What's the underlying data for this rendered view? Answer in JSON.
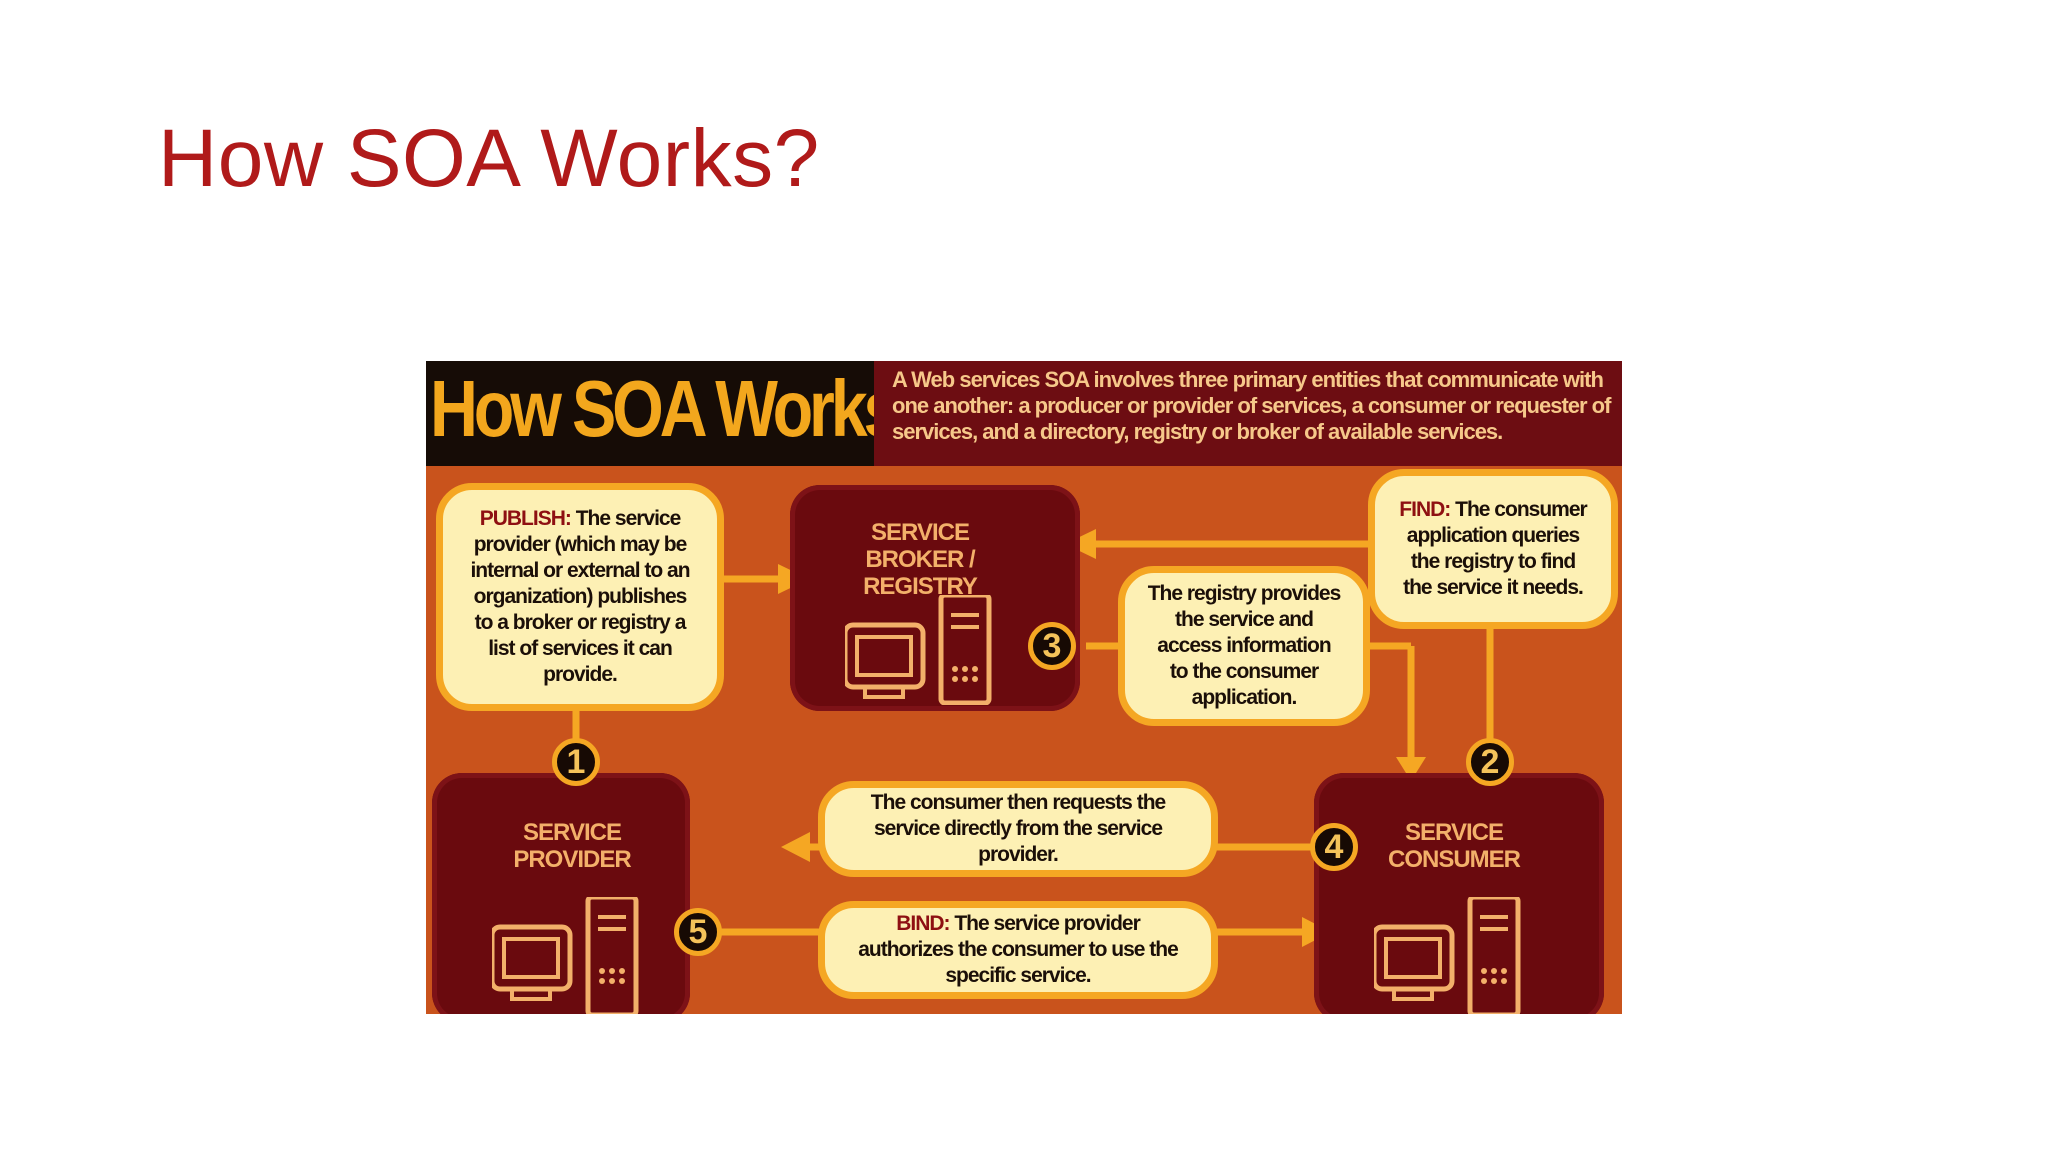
{
  "slide": {
    "title": "How SOA Works?"
  },
  "infographic": {
    "header_title": "How SOA Works",
    "header_text": "A Web services SOA involves three primary entities that communicate with one another: a producer or provider of services, a consumer or requester of services, and a directory, registry or broker of available services.",
    "nodes": {
      "broker": "SERVICE BROKER / REGISTRY",
      "provider": "SERVICE PROVIDER",
      "consumer": "SERVICE CONSUMER"
    },
    "callouts": {
      "publish_kw": "PUBLISH:",
      "publish": "The service provider (which may be internal or external to an organization) publishes to a broker or registry a list of services it can provide.",
      "find_kw": "FIND:",
      "find": "The consumer application queries the registry to find the service it needs.",
      "registry": "The registry provides the service and access information to the consumer application.",
      "request": "The consumer then requests the service directly from the service provider.",
      "bind_kw": "BIND:",
      "bind": "The service provider authorizes the consumer to use the specific service."
    },
    "steps": [
      "1",
      "2",
      "3",
      "4",
      "5"
    ],
    "colors": {
      "background": "#c9531c",
      "node": "#6a0a0e",
      "accent": "#f5a723",
      "callout": "#fdf0b4",
      "title_red": "#b01a1a"
    }
  }
}
